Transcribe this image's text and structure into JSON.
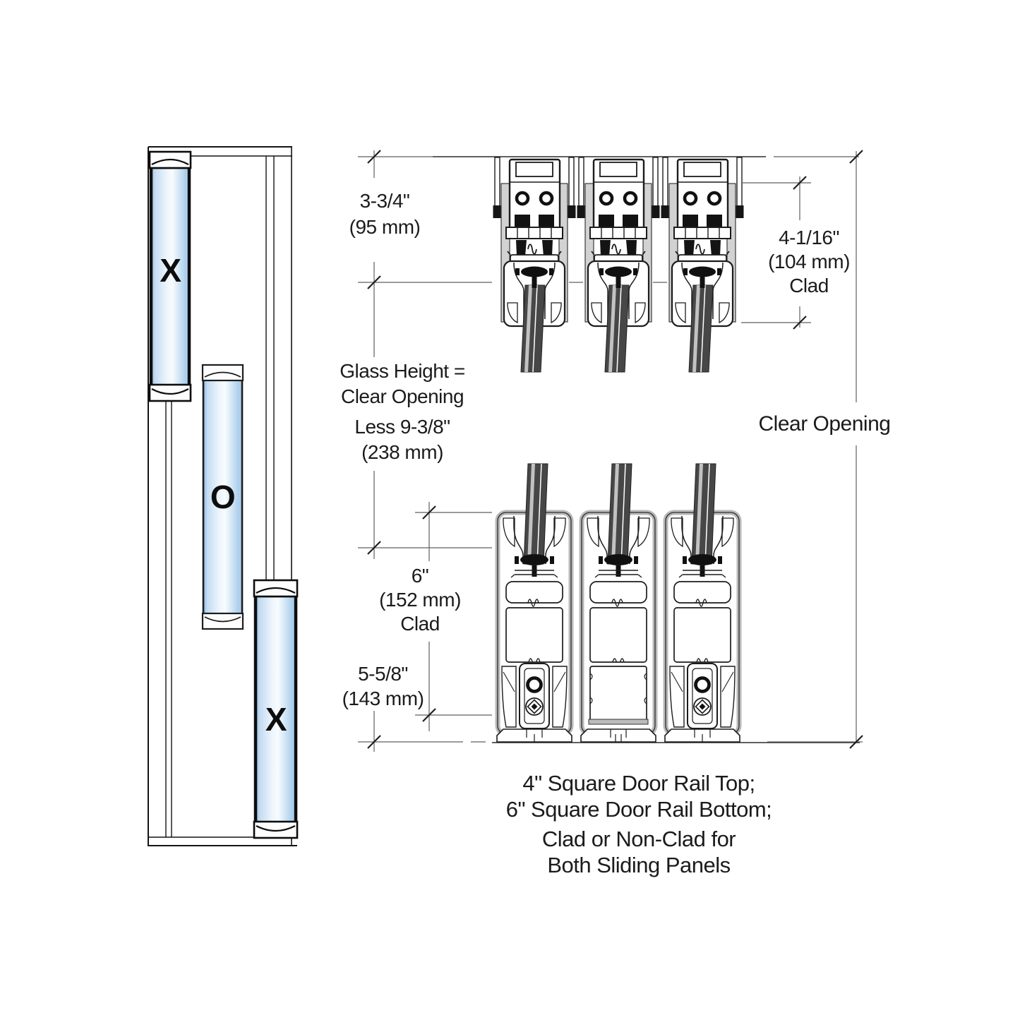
{
  "elevation": {
    "panels": [
      {
        "label": "X"
      },
      {
        "label": "O"
      },
      {
        "label": "X"
      }
    ]
  },
  "dimensions": {
    "top_rail_height": {
      "imperial": "3-3/4\"",
      "metric": "(95 mm)"
    },
    "glass_height_note": {
      "line1": "Glass Height =",
      "line2": "Clear Opening",
      "line3": "Less 9-3/8\"",
      "line4": "(238 mm)"
    },
    "bottom_rail_height": {
      "imperial": "6\"",
      "metric": "(152 mm)",
      "note": "Clad"
    },
    "bottom_rail_pocket": {
      "imperial": "5-5/8\"",
      "metric": "(143 mm)"
    },
    "top_rail_clad": {
      "imperial": "4-1/16\"",
      "metric": "(104 mm)",
      "note": "Clad"
    },
    "clear_opening": {
      "label": "Clear Opening"
    }
  },
  "caption": {
    "line1": "4\" Square Door Rail Top;",
    "line2": "6\" Square Door Rail Bottom;",
    "line3": "Clad or Non-Clad for",
    "line4": "Both Sliding Panels"
  },
  "colors": {
    "glass_blue": "#aecfee",
    "glass_blue_light": "#f0f7fd",
    "glass_edge_dark": "#474747",
    "line": "#1c1c1c",
    "metal_gray": "#c9c9c9",
    "dimension_line": "#5f5f5f"
  }
}
